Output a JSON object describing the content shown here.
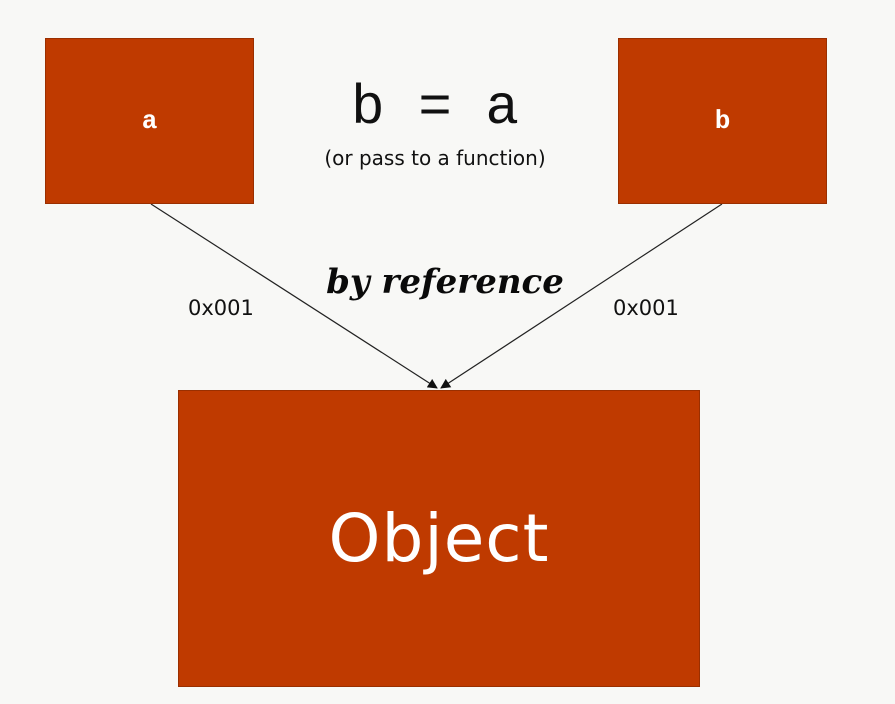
{
  "diagram": {
    "variable_a_label": "a",
    "variable_b_label": "b",
    "assignment": "b = a",
    "assignment_note": "(or pass to a function)",
    "relation_label": "by reference",
    "address_a": "0x001",
    "address_b": "0x001",
    "object_label": "Object"
  },
  "colors": {
    "box_fill": "#bf3a00",
    "background": "#f8f8f6",
    "text": "#111111",
    "box_text": "#ffffff"
  }
}
